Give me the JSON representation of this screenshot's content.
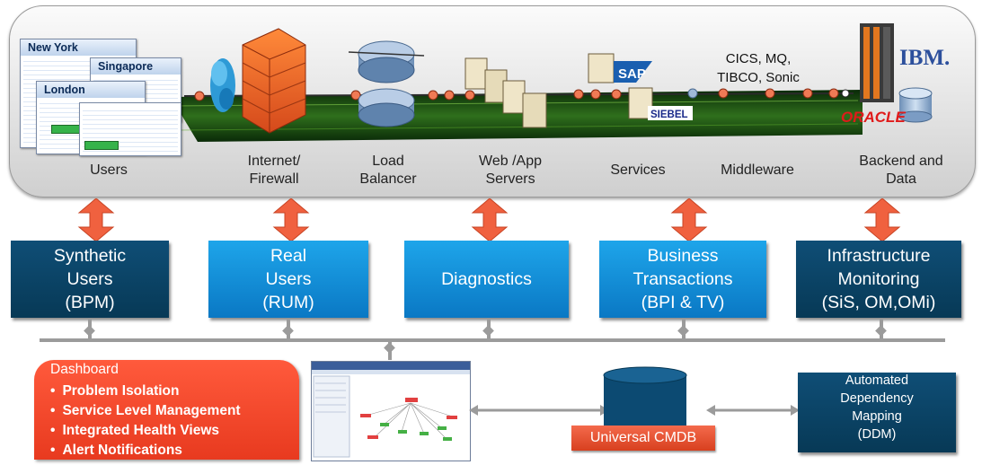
{
  "top_tiers": [
    {
      "label": "Users"
    },
    {
      "label": "Internet/\nFirewall"
    },
    {
      "label": "Load\nBalancer"
    },
    {
      "label": "Web /App\nServers"
    },
    {
      "label": "Services"
    },
    {
      "label": "Middleware"
    },
    {
      "label": "Backend and\nData"
    }
  ],
  "user_windows": [
    "New York",
    "Singapore",
    "London"
  ],
  "middleware_text": "CICS, MQ,\nTIBCO, Sonic",
  "brand_labels": {
    "sap": "SAP",
    "siebel": "SIEBEL",
    "ibm": "IBM.",
    "oracle": "ORACLE"
  },
  "monitor_boxes": [
    {
      "label": "Synthetic\nUsers\n(BPM)",
      "style": "dark"
    },
    {
      "label": "Real\nUsers\n(RUM)",
      "style": "light"
    },
    {
      "label": "Diagnostics",
      "style": "light"
    },
    {
      "label": "Business\nTransactions\n(BPI & TV)",
      "style": "light"
    },
    {
      "label": "Infrastructure\nMonitoring\n(SiS, OM,OMi)",
      "style": "dark"
    }
  ],
  "dashboard": {
    "title": "Dashboard",
    "items": [
      "Problem Isolation",
      "Service Level Management",
      "Integrated Health Views",
      "Alert Notifications"
    ]
  },
  "cmdb_label": "Universal CMDB",
  "ddm_label": "Automated\nDependency\nMapping\n(DDM)",
  "colors": {
    "dark_box": "#0a4368",
    "light_box": "#1592dc",
    "arrow": "#f0613f",
    "dashboard": "#f04a2c",
    "bus": "#9b9b9b"
  }
}
